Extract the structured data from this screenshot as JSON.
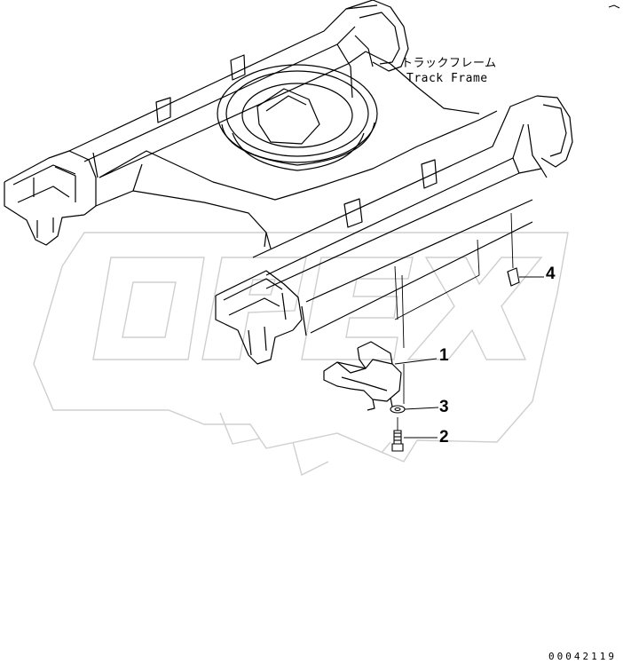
{
  "diagram": {
    "label_jp": "トラックフレーム",
    "label_en": "Track Frame",
    "doc_number": "00042119",
    "callouts": [
      {
        "id": "callout-1",
        "number": "1"
      },
      {
        "id": "callout-2",
        "number": "2"
      },
      {
        "id": "callout-3",
        "number": "3"
      },
      {
        "id": "callout-4",
        "number": "4"
      }
    ],
    "watermark_text": "OPEX",
    "colors": {
      "line": "#000000",
      "watermark": "#c8c8c8",
      "background": "#ffffff"
    }
  }
}
